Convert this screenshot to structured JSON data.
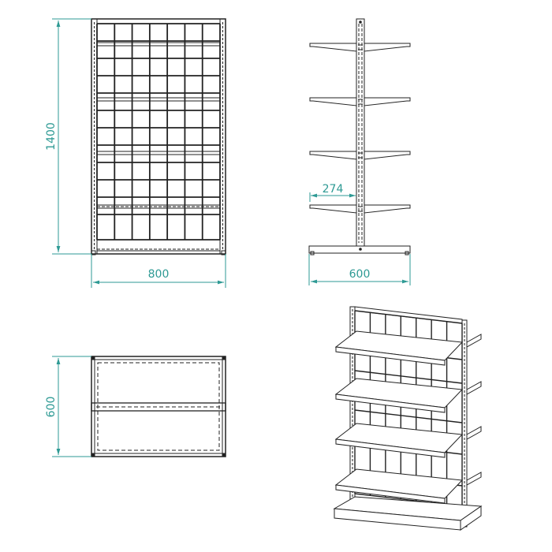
{
  "colors": {
    "line": "#222222",
    "dimension": "#2e9a94",
    "background": "#ffffff"
  },
  "views": {
    "front": {
      "label": "front-view",
      "dims": {
        "height": "1400",
        "width": "800"
      },
      "grid_cols": 7,
      "shelf_count": 4
    },
    "side": {
      "label": "side-view",
      "dims": {
        "depth": "600",
        "shelf_depth": "274"
      },
      "shelf_count": 4
    },
    "top": {
      "label": "top-view",
      "dims": {
        "depth": "600"
      }
    },
    "iso": {
      "label": "isometric-view",
      "shelf_count": 4
    }
  }
}
